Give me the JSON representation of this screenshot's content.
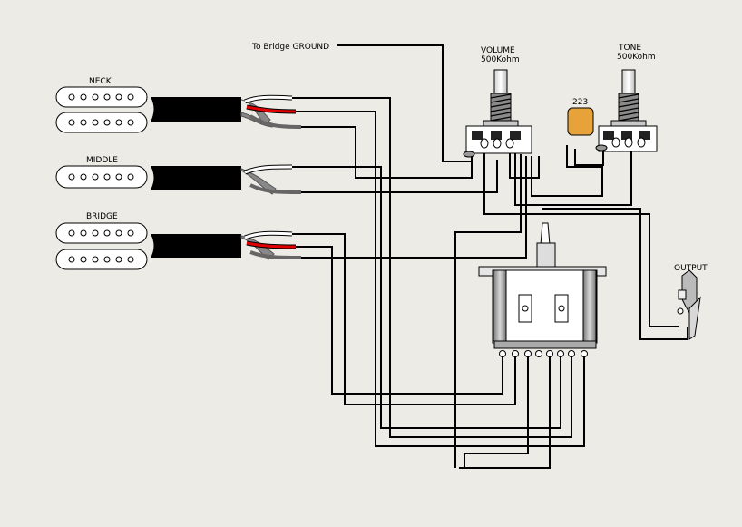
{
  "labels": {
    "bridge_ground": "To Bridge GROUND",
    "volume_title": "VOLUME",
    "volume_value": "500Kohm",
    "tone_title": "TONE",
    "tone_value": "500Kohm",
    "capacitor": "223",
    "output": "OUTPUT",
    "pickup_neck": "NECK",
    "pickup_middle": "MIDDLE",
    "pickup_bridge": "BRIDGE"
  }
}
